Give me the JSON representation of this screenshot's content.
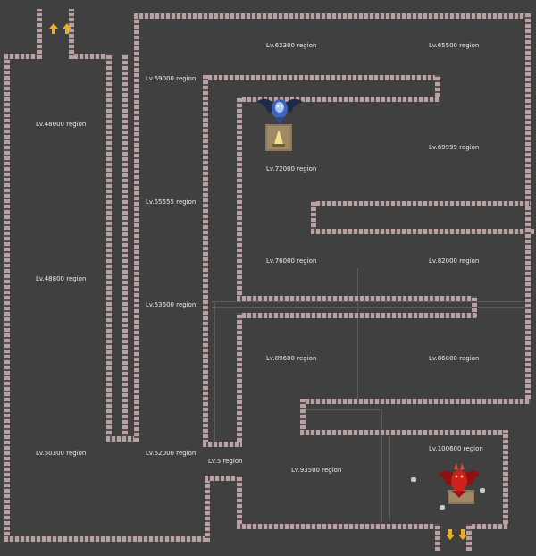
{
  "map": {
    "regions": [
      {
        "id": "r48000",
        "label": "Lv.48000 region"
      },
      {
        "id": "r48800",
        "label": "Lv.48800 region"
      },
      {
        "id": "r50300",
        "label": "Lv.50300 region"
      },
      {
        "id": "r59000",
        "label": "Lv.59000 region"
      },
      {
        "id": "r55555",
        "label": "Lv.55555 region"
      },
      {
        "id": "r53600",
        "label": "Lv.53600 region"
      },
      {
        "id": "r52000",
        "label": "Lv.52000 region"
      },
      {
        "id": "r62300",
        "label": "Lv.62300 region"
      },
      {
        "id": "r65500",
        "label": "Lv.65500 region"
      },
      {
        "id": "r72000",
        "label": "Lv.72000 region"
      },
      {
        "id": "r69999",
        "label": "Lv.69999 region"
      },
      {
        "id": "r76000",
        "label": "Lv.76000 region"
      },
      {
        "id": "r82000",
        "label": "Lv.82000 region"
      },
      {
        "id": "r89600",
        "label": "Lv.89600 region"
      },
      {
        "id": "r86000",
        "label": "Lv.86000 region"
      },
      {
        "id": "r5",
        "label": "Lv.5 region"
      },
      {
        "id": "r93500",
        "label": "Lv.93500 region"
      },
      {
        "id": "r100600",
        "label": "Lv.100600 region"
      }
    ],
    "icons": {
      "entry_arrows": "up-arrow-icon",
      "exit_arrows": "down-arrow-icon",
      "boss_blue": "blue-winged-boss-icon",
      "boss_red": "red-dragon-boss-icon",
      "altar": "altar-tile-icon"
    },
    "colors": {
      "floor": "#404040",
      "wall": "#b6a2a2",
      "label": "#ececec",
      "arrow": "#e8b02a"
    }
  }
}
